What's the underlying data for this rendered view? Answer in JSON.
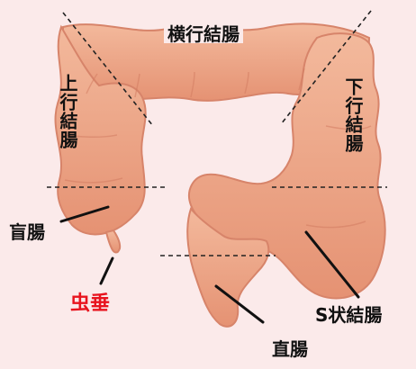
{
  "labels": {
    "transverse_colon": "横行結腸",
    "ascending_colon": "上行結腸",
    "descending_colon": "下行結腸",
    "cecum": "盲腸",
    "appendix": "虫垂",
    "sigmoid_colon": "S状結腸",
    "rectum": "直腸"
  },
  "colors": {
    "background": "#fbeaea",
    "colon_fill": "#eaa07f",
    "colon_edge": "#d9826a",
    "accent_label": "#e8141e"
  }
}
